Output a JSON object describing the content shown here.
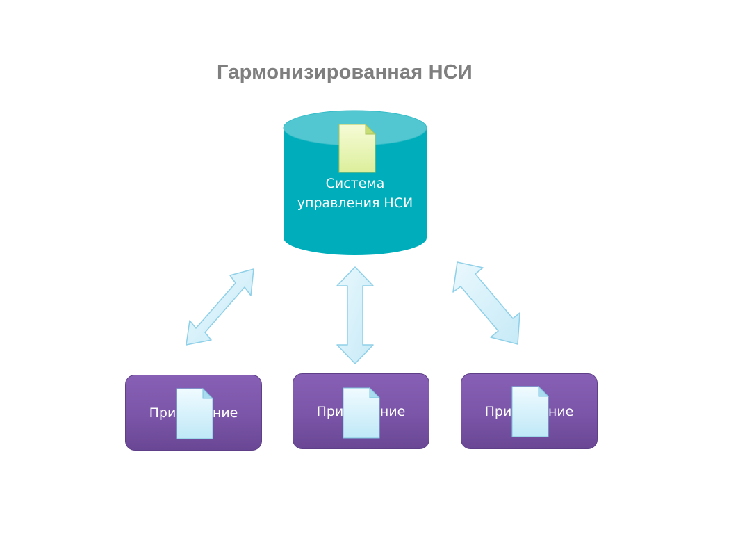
{
  "title": "Гармонизированная НСИ",
  "database": {
    "label_line1": "Система",
    "label_line2": "управления НСИ",
    "icon": "document-icon",
    "color_body": "#00aebb",
    "color_top": "#52c7d1"
  },
  "applications": [
    {
      "label": "Приложение"
    },
    {
      "label": "Приложение"
    },
    {
      "label": "Приложение"
    }
  ],
  "colors": {
    "app_fill": "#7b55a8",
    "arrow_fill": "#d6f1fa",
    "arrow_stroke": "#8fd0e8",
    "title": "#7f7f7f"
  }
}
